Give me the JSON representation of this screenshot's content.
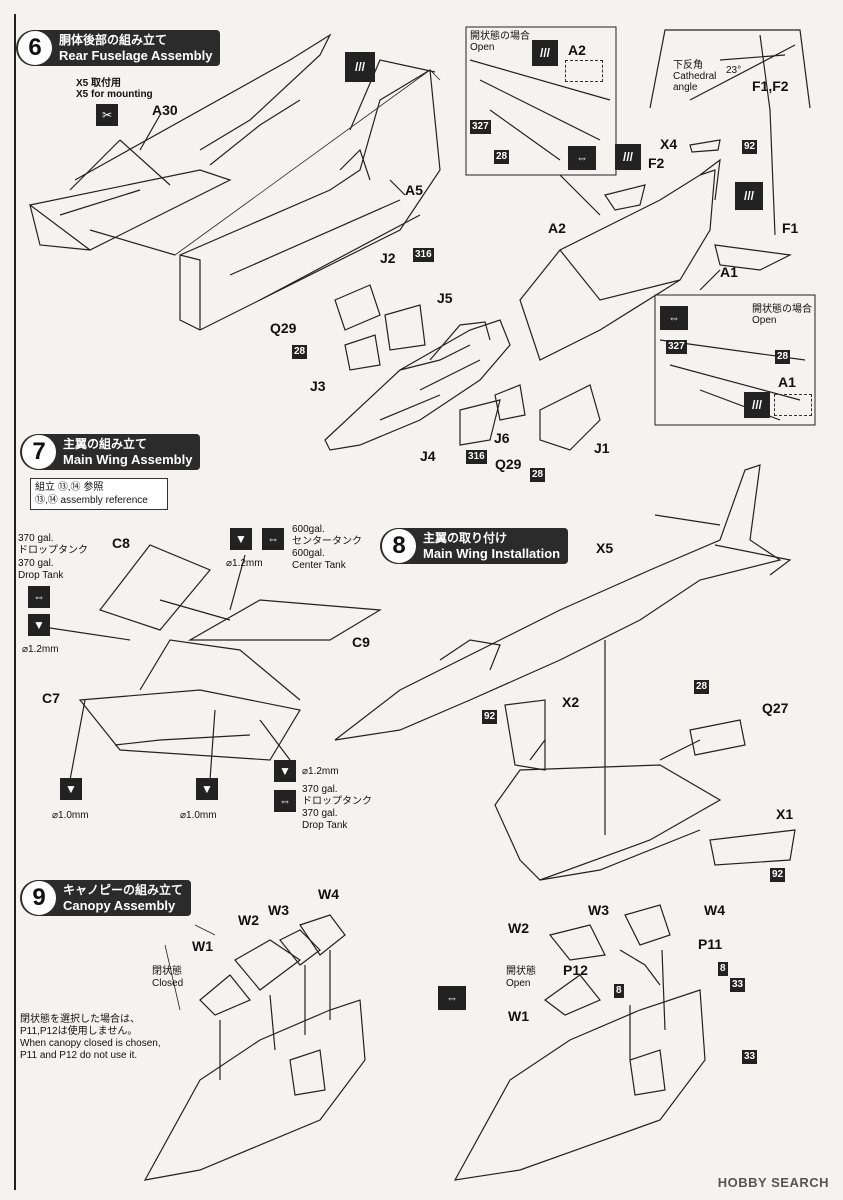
{
  "steps": {
    "s6": {
      "num": "6",
      "jp": "胴体後部の組み立て",
      "en": "Rear Fuselage Assembly"
    },
    "s7": {
      "num": "7",
      "jp": "主翼の組み立て",
      "en": "Main Wing Assembly"
    },
    "s8": {
      "num": "8",
      "jp": "主翼の取り付け",
      "en": "Main Wing Installation"
    },
    "s9": {
      "num": "9",
      "jp": "キャノピーの組み立て",
      "en": "Canopy Assembly"
    }
  },
  "step6": {
    "x5_jp": "X5 取付用",
    "x5_en": "X5 for mounting",
    "parts": {
      "a30": "A30",
      "a5": "A5",
      "j2": "J2",
      "j5": "J5",
      "q29": "Q29",
      "j3": "J3",
      "j4": "J4",
      "j6": "J6",
      "j1": "J1",
      "q29b": "Q29",
      "a2": "A2",
      "a1": "A1",
      "f2": "F2",
      "x4": "X4",
      "f1": "F1",
      "f1f2": "F1,F2"
    },
    "badges": {
      "b316a": "316",
      "b28a": "28",
      "b316b": "316",
      "b28b": "28",
      "b92": "92"
    },
    "open_inset_top": {
      "jp": "開状態の場合",
      "en": "Open",
      "part": "A2",
      "b327": "327",
      "b28": "28"
    },
    "open_inset_right": {
      "jp": "開状態の場合",
      "en": "Open",
      "part": "A1",
      "b327": "327",
      "b28": "28"
    },
    "cathedral": {
      "jp": "下反角",
      "en1": "Cathedral",
      "en2": "angle",
      "deg": "23°"
    }
  },
  "step7": {
    "ref_jp": "組立 ⑬,⑭ 参照",
    "ref_en": "⑬,⑭ assembly reference",
    "tank370_jp1": "370 gal.",
    "tank370_jp2": "ドロップタンク",
    "tank370_en1": "370 gal.",
    "tank370_en2": "Drop Tank",
    "d12a": "⌀1.2mm",
    "tank600_en1": "600gal.",
    "tank600_jp": "センタータンク",
    "tank600_en2": "600gal.",
    "tank600_en3": "Center Tank",
    "d12b": "⌀1.2mm",
    "d10a": "⌀1.0mm",
    "d10b": "⌀1.0mm",
    "d12c": "⌀1.2mm",
    "tank370b_1": "370 gal.",
    "tank370b_2": "ドロップタンク",
    "tank370b_3": "370 gal.",
    "tank370b_4": "Drop Tank",
    "parts": {
      "c8": "C8",
      "c9": "C9",
      "c7": "C7"
    }
  },
  "step8": {
    "parts": {
      "x5": "X5",
      "x2": "X2",
      "q27": "Q27",
      "x1": "X1"
    },
    "badges": {
      "b28": "28",
      "b92a": "92",
      "b92b": "92"
    }
  },
  "step9": {
    "closed_jp": "閉状態",
    "closed_en": "Closed",
    "note_jp1": "閉状態を選択した場合は、",
    "note_jp2": "P11,P12は使用しません。",
    "note_en1": "When canopy closed is chosen,",
    "note_en2": "P11 and P12 do not use it.",
    "open_jp": "開状態",
    "open_en": "Open",
    "parts": {
      "w1": "W1",
      "w2": "W2",
      "w3": "W3",
      "w4": "W4",
      "w1b": "W1",
      "w2b": "W2",
      "w3b": "W3",
      "w4b": "W4",
      "p11": "P11",
      "p12": "P12"
    },
    "badges": {
      "b8a": "8",
      "b33a": "33",
      "b8b": "8",
      "b33b": "33"
    }
  },
  "watermark": "HOBBY SEARCH"
}
